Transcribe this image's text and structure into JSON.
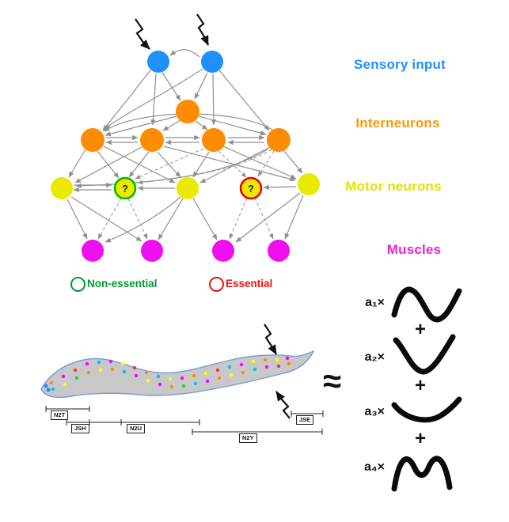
{
  "figure": {
    "layers": [
      {
        "label": "Sensory input",
        "color": "#1E90FF"
      },
      {
        "label": "Interneurons",
        "color": "#FF8C00"
      },
      {
        "label": "Motor neurons",
        "color": "#EAEA00"
      },
      {
        "label": "Muscles",
        "color": "#EE10EE"
      }
    ],
    "legend": {
      "non_essential": {
        "label": "Non-essential",
        "color": "#009933"
      },
      "essential": {
        "label": "Essential",
        "color": "#EE1111"
      }
    },
    "question_mark": "?",
    "connector_color": "#8F8F8F"
  },
  "worm": {
    "region_labels": [
      "N2T",
      "JSH",
      "N2U",
      "N2Y",
      "JSE"
    ]
  },
  "equation": {
    "approx_symbol": "≈",
    "plus_symbol": "+",
    "terms": [
      {
        "coefficient": "a₁×"
      },
      {
        "coefficient": "a₂×"
      },
      {
        "coefficient": "a₃×"
      },
      {
        "coefficient": "a₄×"
      }
    ]
  }
}
